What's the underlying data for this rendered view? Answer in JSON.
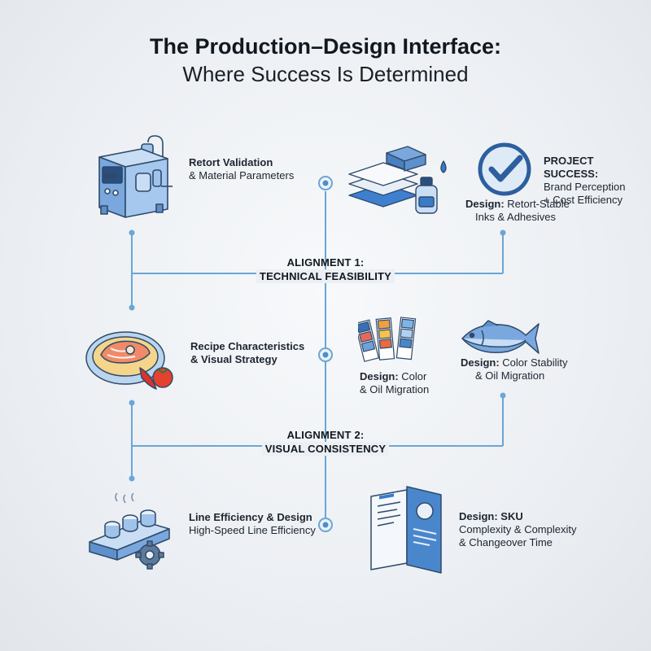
{
  "title": {
    "line1": "The Production–Design Interface:",
    "line2": "Where Success Is Determined"
  },
  "alignments": [
    {
      "line1": "ALIGNMENT 1:",
      "line2": "TECHNICAL FEASIBILITY"
    },
    {
      "line1": "ALIGNMENT 2:",
      "line2": "VISUAL CONSISTENCY"
    }
  ],
  "production": [
    {
      "line1": "Retort Validation",
      "line2": "& Material Parameters",
      "icon": "retort-machine-icon"
    },
    {
      "line1": "Recipe Characteristics",
      "line2": "& Visual Strategy",
      "icon": "salmon-plate-icon"
    },
    {
      "line1": "Line Efficiency & Design",
      "line2": "High-Speed Line Efficiency",
      "icon": "conveyor-gear-icon"
    }
  ],
  "design": [
    {
      "prefix": "Design:",
      "line1": " Retort-Stable",
      "line2": "Inks & Adhesives",
      "icon": "ink-layers-icon"
    },
    {
      "prefix": "Design:",
      "line1": " Color",
      "line2": "& Oil Migration",
      "icon": "color-swatches-icon"
    },
    {
      "prefix": "Design:",
      "line1": " SKU",
      "line2": "Complexity & Complexity",
      "line3": "& Changeover Time",
      "icon": "documents-icon"
    }
  ],
  "outcomes": [
    {
      "title": "PROJECT SUCCESS:",
      "line1": "Brand Perception",
      "line2": "+ Cost Efficiency",
      "icon": "checkmark-icon"
    },
    {
      "prefix": "Design:",
      "line1": " Color Stability",
      "line2": "& Oil Migration",
      "icon": "fish-icon"
    }
  ],
  "colors": {
    "line": "#6aa6d6",
    "icon_fill": "#8fb8e6",
    "icon_stroke": "#2e4a6a",
    "accent": "#3a7bc8"
  }
}
